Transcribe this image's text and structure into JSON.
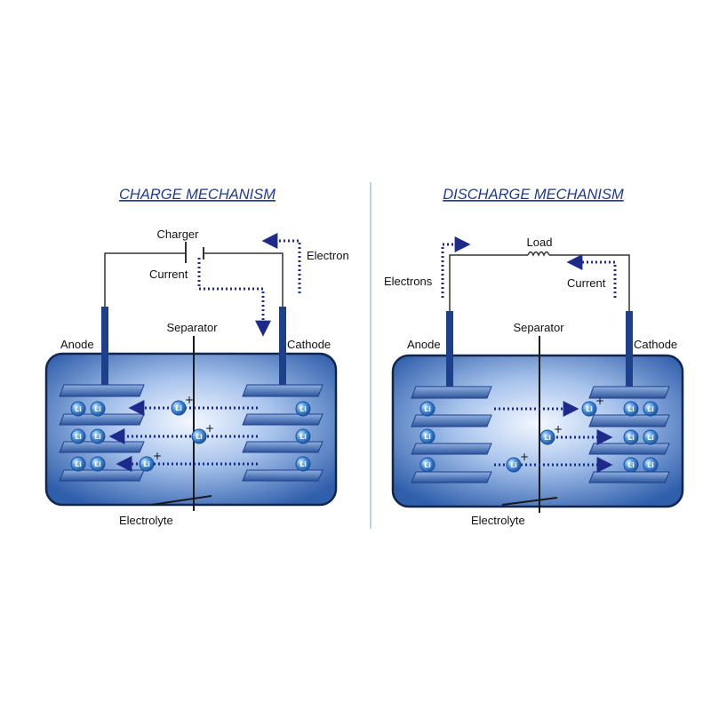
{
  "charge": {
    "title": "CHARGE MECHANISM",
    "charger": "Charger",
    "current": "Current",
    "electron": "Electron",
    "separator": "Separator",
    "anode": "Anode",
    "cathode": "Cathode",
    "electrolyte": "Electrolyte"
  },
  "discharge": {
    "title": "DISCHARGE MECHANISM",
    "load": "Load",
    "electrons": "Electrons",
    "current": "Current",
    "separator": "Separator",
    "anode": "Anode",
    "cathode": "Cathode",
    "electrolyte": "Electrolyte"
  },
  "ion_symbol": "Li",
  "ion_charge": "+",
  "colors": {
    "cell_dark": "#2c5aa8",
    "cell_light": "#eef4ff",
    "plate": "#3f69b8",
    "electrode": "#1e3f8a",
    "ion": "#3e86d6",
    "arrow": "#1d2a8c",
    "title": "#1f3a93",
    "divider": "#a9c4d8"
  }
}
